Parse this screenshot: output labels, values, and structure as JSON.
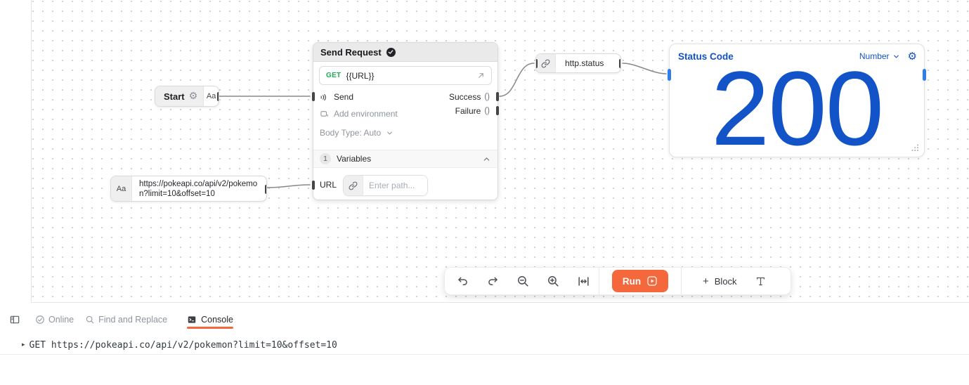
{
  "canvas": {
    "start_node": {
      "label": "Start",
      "type_badge": "Aa"
    },
    "url_node": {
      "type_badge": "Aa",
      "value": "https://pokeapi.co/api/v2/pokemon?limit=10&offset=10"
    },
    "send_request_node": {
      "title": "Send Request",
      "method": "GET",
      "url_template": "{{URL}}",
      "send_label": "Send",
      "success_label": "Success",
      "success_type": "()",
      "failure_label": "Failure",
      "failure_type": "()",
      "add_environment_label": "Add environment",
      "body_type_label": "Body Type: Auto",
      "variables_count": "1",
      "variables_label": "Variables",
      "url_field_label": "URL",
      "url_field_placeholder": "Enter path..."
    },
    "http_status_node": {
      "label": "http.status"
    },
    "status_code_node": {
      "title": "Status Code",
      "type_selector": "Number",
      "value": "200"
    }
  },
  "toolbar": {
    "run_label": "Run",
    "plus": "+",
    "block_label": "Block",
    "text_tool_label": "T"
  },
  "statusbar": {
    "online_label": "Online",
    "find_replace_label": "Find and Replace",
    "console_label": "Console"
  },
  "console": {
    "prompt": "▸",
    "entry": "GET https://pokeapi.co/api/v2/pokemon?limit=10&offset=10"
  },
  "colors": {
    "accent_orange": "#f4683c",
    "accent_blue": "#1353c8",
    "method_green": "#1cab54",
    "port_blue": "#2f7ef0",
    "wire_gray": "#888888"
  }
}
